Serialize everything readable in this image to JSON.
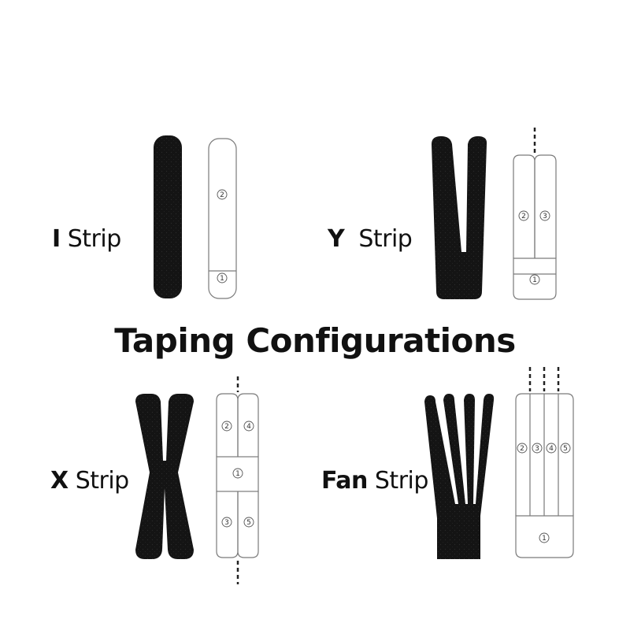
{
  "title": "Taping Configurations",
  "strips": {
    "i": {
      "name": "I",
      "suffix": "Strip",
      "numbers": [
        "2",
        "1"
      ]
    },
    "y": {
      "name": "Y",
      "suffix": "Strip",
      "numbers": [
        "2",
        "3",
        "1"
      ]
    },
    "x": {
      "name": "X",
      "suffix": "Strip",
      "numbers": [
        "2",
        "4",
        "1",
        "3",
        "5"
      ]
    },
    "fan": {
      "name": "Fan",
      "suffix": "Strip",
      "numbers": [
        "2",
        "3",
        "4",
        "5",
        "1"
      ]
    }
  },
  "colors": {
    "tape": "#141414",
    "outline": "#7a7a7a",
    "text": "#111111"
  }
}
